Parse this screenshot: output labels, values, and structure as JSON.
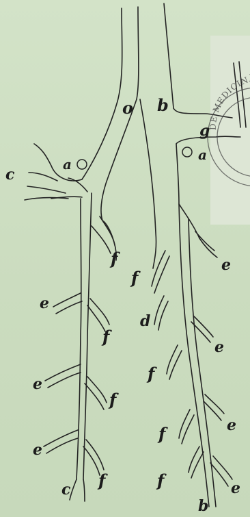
{
  "plate": {
    "background_color": "#cfe0c4",
    "ink_color": "#232323",
    "labels": {
      "o_center": "o",
      "b_top": "b",
      "g": "g",
      "a_left": "a",
      "a_right": "a",
      "c_left": "c",
      "e_right_upper": "e",
      "f_1": "f",
      "f_2": "f",
      "d": "d",
      "e_left_1": "e",
      "f_3": "f",
      "e_right_mid": "e",
      "f_4": "f",
      "e_left_2": "e",
      "f_5": "f",
      "f_6": "f",
      "e_right_low": "e",
      "e_left_3": "e",
      "c_bottom": "c",
      "f_7": "f",
      "f_8": "f",
      "e_right_bottom": "e",
      "b_bottom": "b"
    }
  },
  "stamp": {
    "text": "DE MEDICINĂ, FAR"
  }
}
